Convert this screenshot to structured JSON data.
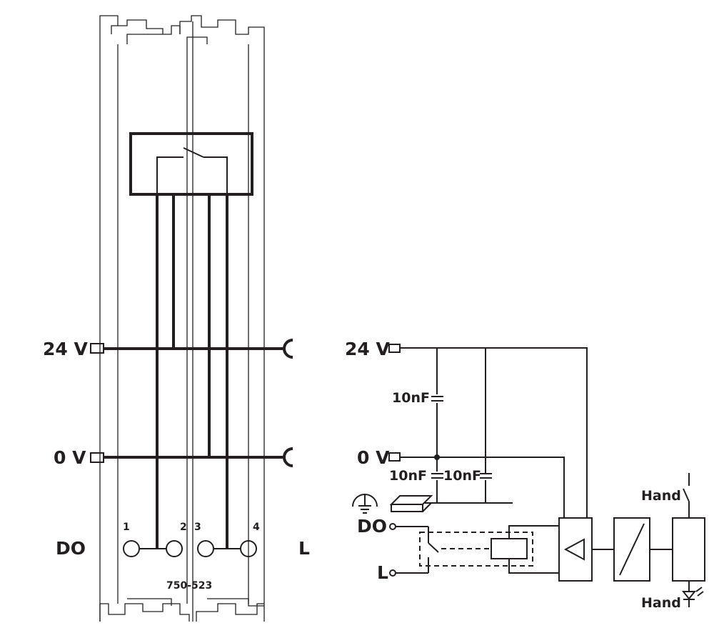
{
  "left": {
    "rail_24v": "24 V",
    "rail_0v": "0 V",
    "row_do": "DO",
    "row_l": "L",
    "terminal_1": "1",
    "terminal_2": "2",
    "terminal_3": "3",
    "terminal_4": "4",
    "module_number": "750-523"
  },
  "right": {
    "rail_24v": "24 V",
    "rail_0v": "0 V",
    "cap_a": "10nF",
    "cap_b": "10nF",
    "cap_c": "10nF",
    "do": "DO",
    "l": "L",
    "hand_top": "Hand",
    "hand_bottom": "Hand"
  },
  "icons": [
    "terminal-square-icon",
    "spring-contact-icon",
    "switch-icon",
    "capacitor-icon",
    "earth-ground-icon",
    "din-rail-icon",
    "relay-coil-icon",
    "amplifier-icon",
    "isolator-icon",
    "led-icon"
  ]
}
